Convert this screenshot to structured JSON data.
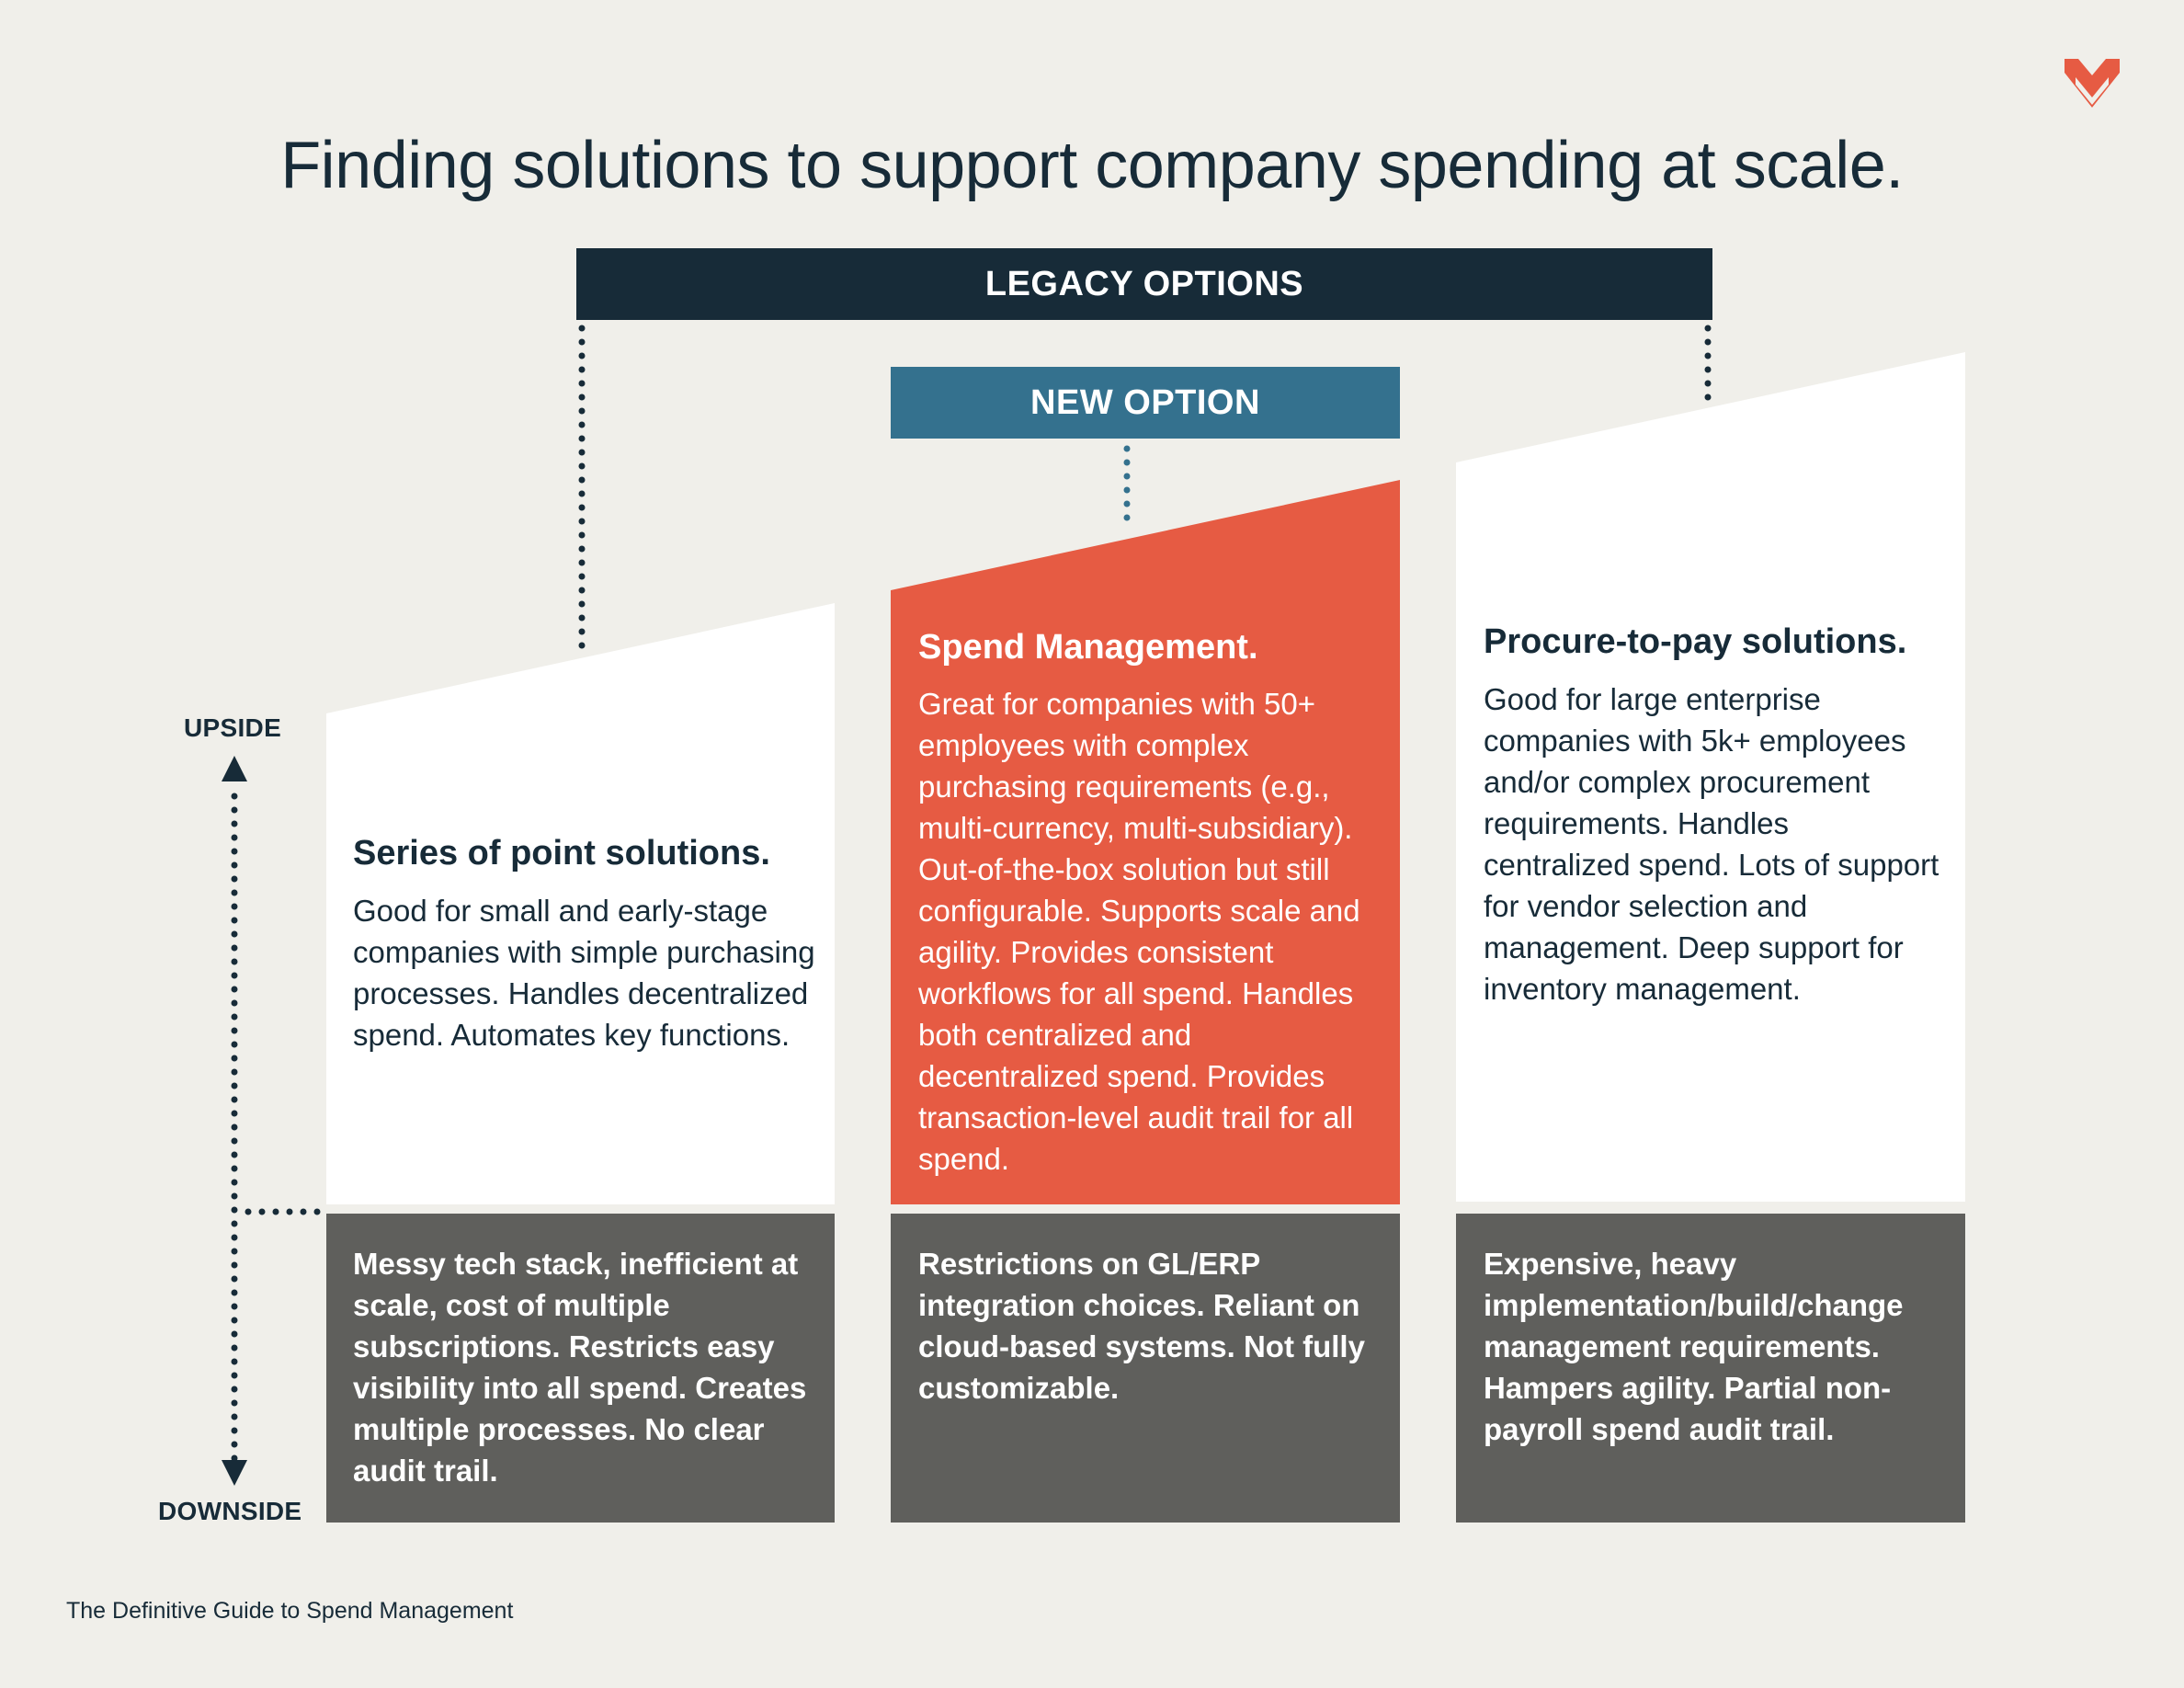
{
  "title": "Finding solutions to support company spending at scale.",
  "banners": {
    "legacy": "LEGACY OPTIONS",
    "new": "NEW OPTION"
  },
  "axis": {
    "upside": "UPSIDE",
    "downside": "DOWNSIDE"
  },
  "columns": [
    {
      "title": "Series of point solutions.",
      "upside": "Good for small and early-stage companies with simple purchasing processes. Handles decentralized spend. Automates key functions.",
      "downside": "Messy tech stack, inefficient at scale, cost of multiple subscriptions. Restricts easy visibility into all spend. Creates multiple processes. No clear audit trail."
    },
    {
      "title": "Spend Management.",
      "upside": "Great for companies with 50+ employees with complex purchasing requirements (e.g., multi-currency, multi-subsidiary). Out-of-the-box solution but still configurable. Supports scale and agility. Provides consistent workflows for all spend. Handles both centralized and decentralized spend. Provides transaction-level audit trail for all spend.",
      "downside": "Restrictions on GL/ERP integration choices. Reliant on cloud-based systems. Not fully customizable."
    },
    {
      "title": "Procure-to-pay solutions.",
      "upside": "Good for large enterprise companies with 5k+ employees and/or complex procurement requirements. Handles centralized spend. Lots of support for vendor selection and management. Deep support for inventory management.",
      "downside": "Expensive, heavy implementation/build/change management requirements. Hampers agility. Partial non-payroll spend audit trail."
    }
  ],
  "footer": "The Definitive Guide to Spend Management",
  "colors": {
    "background": "#f0efea",
    "navy": "#172b38",
    "teal": "#34718e",
    "accent": "#e65b43",
    "downside_gray": "#5f5f5c",
    "card_white": "#ffffff"
  },
  "icons": {
    "logo": "brand-chevron-logo-icon"
  }
}
